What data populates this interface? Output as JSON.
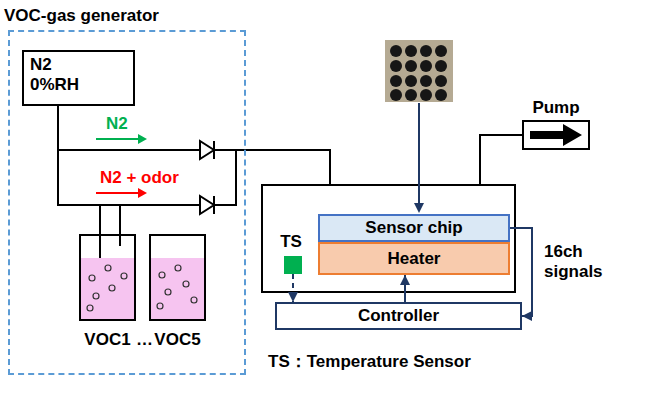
{
  "diagram": {
    "nodes": [
      {
        "text": [
          "VOC-gas generator"
        ]
      },
      {
        "text": [
          "N2 0%RH"
        ],
        "in": 0
      },
      {
        "text": [
          "VOC1"
        ],
        "in": 0
      },
      {
        "text": [
          "VOC5"
        ],
        "in": 0
      },
      {
        "text": [
          "Pump"
        ]
      },
      {
        "text": [
          "Sensor chip"
        ]
      },
      {
        "text": [
          "Heater"
        ]
      },
      {
        "text": [
          "TS"
        ]
      },
      {
        "text": [
          "Controller"
        ]
      }
    ],
    "edges": [
      {
        "from": 1,
        "to": 2,
        "arrow": "none"
      },
      {
        "from": 8,
        "to": 6,
        "arrow": "to"
      },
      {
        "from": 7,
        "to": 8,
        "arrow": "to"
      },
      {
        "from": 5,
        "to": 8,
        "arrow": "to",
        "label": "16ch signals"
      }
    ],
    "labels": [
      "N2",
      "N2 + odor",
      "…",
      "TS：Temperature Sensor"
    ]
  }
}
